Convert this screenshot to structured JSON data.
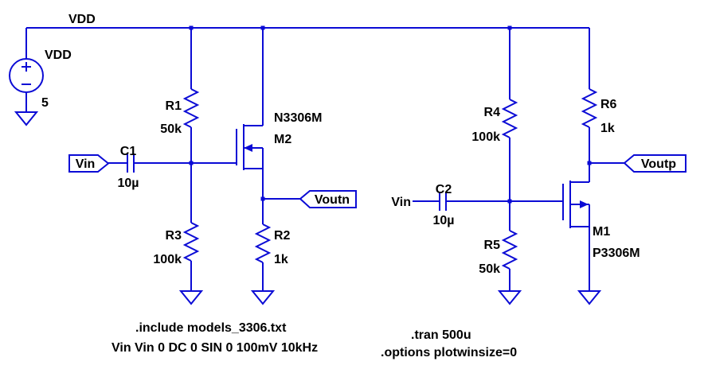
{
  "colors": {
    "wire": "#0b0bd5",
    "text": "#000000",
    "bg": "#ffffff"
  },
  "rail": {
    "label": "VDD"
  },
  "source_v1": {
    "name": "VDD",
    "value": "5"
  },
  "components": {
    "r1": {
      "name": "R1",
      "value": "50k"
    },
    "r2": {
      "name": "R2",
      "value": "1k"
    },
    "r3": {
      "name": "R3",
      "value": "100k"
    },
    "r4": {
      "name": "R4",
      "value": "100k"
    },
    "r5": {
      "name": "R5",
      "value": "50k"
    },
    "r6": {
      "name": "R6",
      "value": "1k"
    },
    "c1": {
      "name": "C1",
      "value": "10µ"
    },
    "c2": {
      "name": "C2",
      "value": "10µ"
    },
    "m2": {
      "name": "M2",
      "model": "N3306M"
    },
    "m1": {
      "name": "M1",
      "model": "P3306M"
    }
  },
  "nets": {
    "vin_port": "Vin",
    "voutn_port": "Voutn",
    "voutp_port": "Voutp",
    "vin_label": "Vin"
  },
  "directives": {
    "include": ".include models_3306.txt",
    "stimulus": "Vin Vin 0 DC 0 SIN 0 100mV 10kHz",
    "tran": ".tran 500u",
    "options": ".options plotwinsize=0"
  }
}
